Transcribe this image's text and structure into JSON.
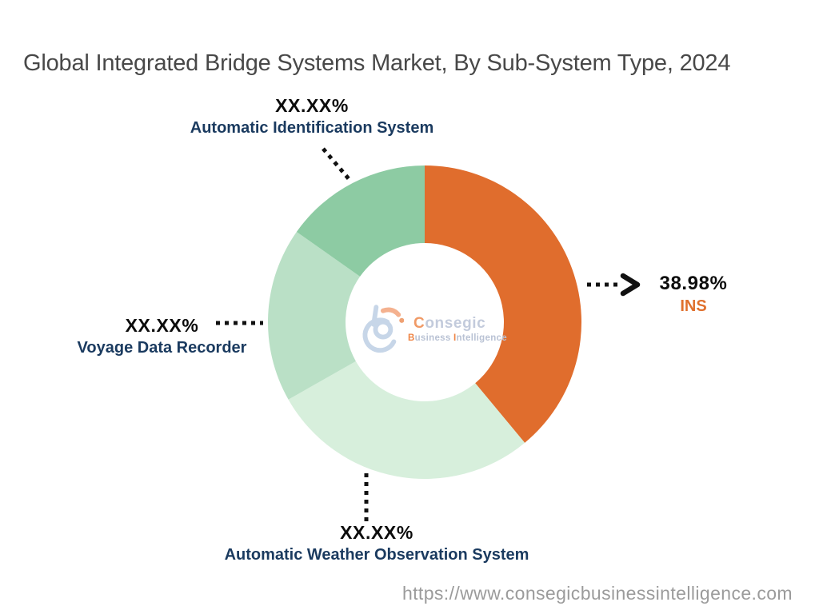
{
  "title": "Global Integrated Bridge Systems Market, By Sub-System Type, 2024",
  "chart_data": {
    "type": "pie",
    "subtype": "donut",
    "title": "Global Integrated Bridge Systems Market, By Sub-System Type, 2024",
    "direction": "clockwise",
    "start_angle": "12-o-clock",
    "inner_radius_ratio": 0.5,
    "legend_position": "none",
    "segments": [
      {
        "id": "ins",
        "label": "INS",
        "display_value": "38.98%",
        "percent": 38.98,
        "color": "#e06d2d"
      },
      {
        "id": "awos",
        "label": "Automatic Weather Observation System",
        "display_value": "XX.XX%",
        "percent": 27.8,
        "color": "#d7efdc"
      },
      {
        "id": "vdr",
        "label": "Voyage Data Recorder",
        "display_value": "XX.XX%",
        "percent": 18.0,
        "color": "#bae0c6"
      },
      {
        "id": "ais",
        "label": "Automatic Identification System",
        "display_value": "XX.XX%",
        "percent": 15.22,
        "color": "#8dcba3"
      }
    ]
  },
  "logo": {
    "brand_initial": "C",
    "brand_rest": "onsegic",
    "tagline_b": "B",
    "tagline_usiness": "usiness ",
    "tagline_i": "I",
    "tagline_rest": "ntelligence"
  },
  "footer": {
    "url": "https://www.consegicbusinessintelligence.com"
  },
  "colors": {
    "title_text": "#484848",
    "value_text": "#0c0c0c",
    "label_text": "#1a3a5f",
    "ins_text": "#e0702d",
    "leader_line": "#111111",
    "url_text": "#9b9b9b"
  }
}
